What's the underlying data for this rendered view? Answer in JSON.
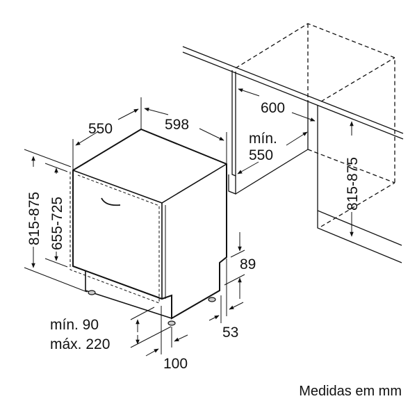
{
  "dimensions": {
    "depth": "550",
    "width": "598",
    "niche_width": "600",
    "niche_depth_label": "mín.",
    "niche_depth": "550",
    "niche_height": "815-875",
    "height": "815-875",
    "door_height": "655-725",
    "plinth_height": "89",
    "foot_offset": "53",
    "plinth_min": "mín. 90",
    "plinth_max": "máx. 220",
    "foot_depth": "100"
  },
  "caption": "Medidas em mm"
}
